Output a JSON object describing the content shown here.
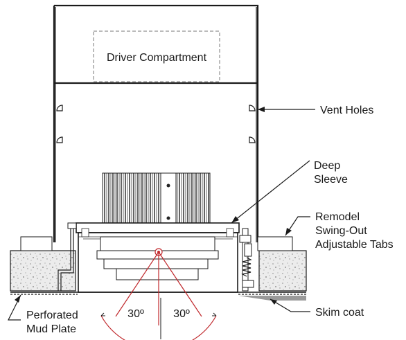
{
  "labels": {
    "driver_compartment": "Driver Compartment",
    "vent_holes": "Vent Holes",
    "deep_sleeve_1": "Deep",
    "deep_sleeve_2": "Sleeve",
    "remodel_1": "Remodel",
    "remodel_2": "Swing-Out",
    "remodel_3": "Adjustable Tabs",
    "skim_coat": "Skim coat",
    "perforated_1": "Perforated",
    "perforated_2": "Mud Plate",
    "angle_left": "30º",
    "angle_right": "30º"
  },
  "colors": {
    "line": "#1a1a1a",
    "angle": "#c0282c",
    "drywall": "#e8e8e8"
  }
}
